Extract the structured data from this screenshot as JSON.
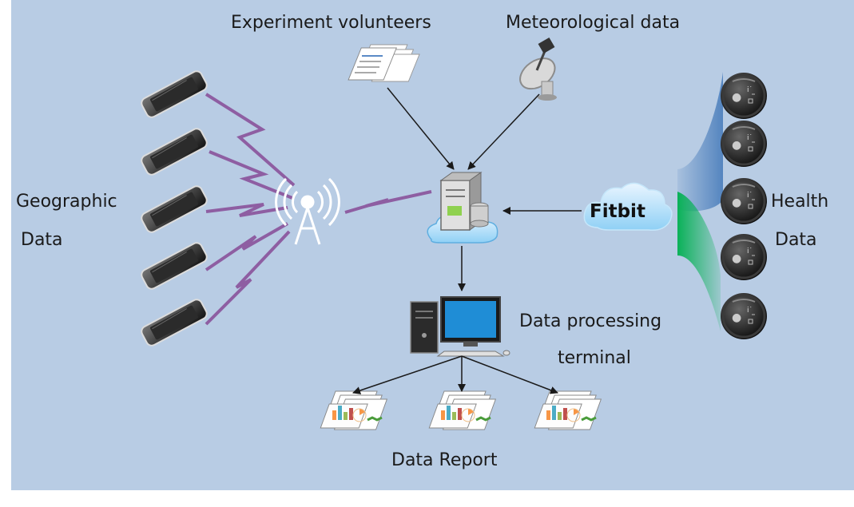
{
  "labels": {
    "experiment_volunteers": "Experiment volunteers",
    "meteorological_data": "Meteorological data",
    "geographic": "Geographic",
    "geographic_data": "Data",
    "fitbit": "Fitbit",
    "health": "Health",
    "health_data": "Data",
    "data_processing": "Data processing",
    "terminal": "terminal",
    "data_report": "Data Report"
  },
  "colors": {
    "background": "#b8cce4",
    "frame": "#ffffff",
    "signal": "#8e5ea2",
    "arrow": "#1a1a1a",
    "fitbit_blue": "#4f81bd",
    "fitbit_green": "#00b050",
    "monitor_screen": "#1f8dd6"
  }
}
